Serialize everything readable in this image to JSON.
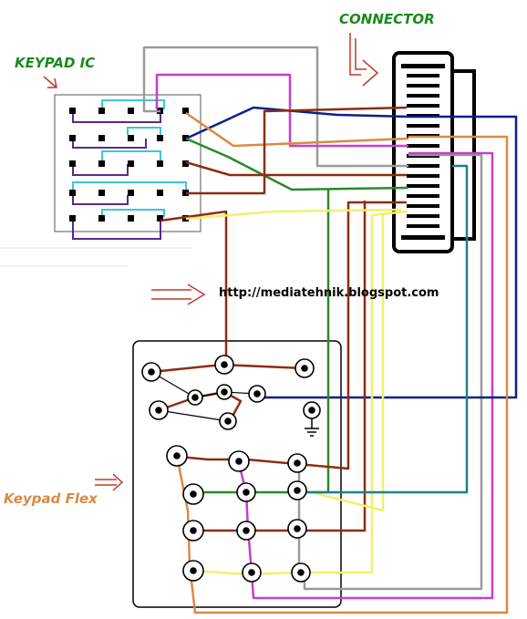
{
  "labels": {
    "keypad_ic": "KEYPAD IC",
    "connector": "CONNECTOR",
    "keypad_flex": "Keypad Flex",
    "url": "http://mediatehnik.blogspot.com"
  },
  "colors": {
    "label_green": "#1a8a1a",
    "label_orange": "#d98a45",
    "arrow_red": "#c0392b",
    "wire_brown": "#8b2e10",
    "wire_gray": "#9a9a9a",
    "wire_magenta": "#c43fd1",
    "wire_navy": "#0b1f8c",
    "wire_orange": "#d98a45",
    "wire_green": "#2a8a2a",
    "wire_yellow": "#f2ef6a",
    "wire_teal": "#1f7f8c",
    "wire_cyan": "#3fc6d8",
    "wire_purple": "#5a2a8c"
  }
}
